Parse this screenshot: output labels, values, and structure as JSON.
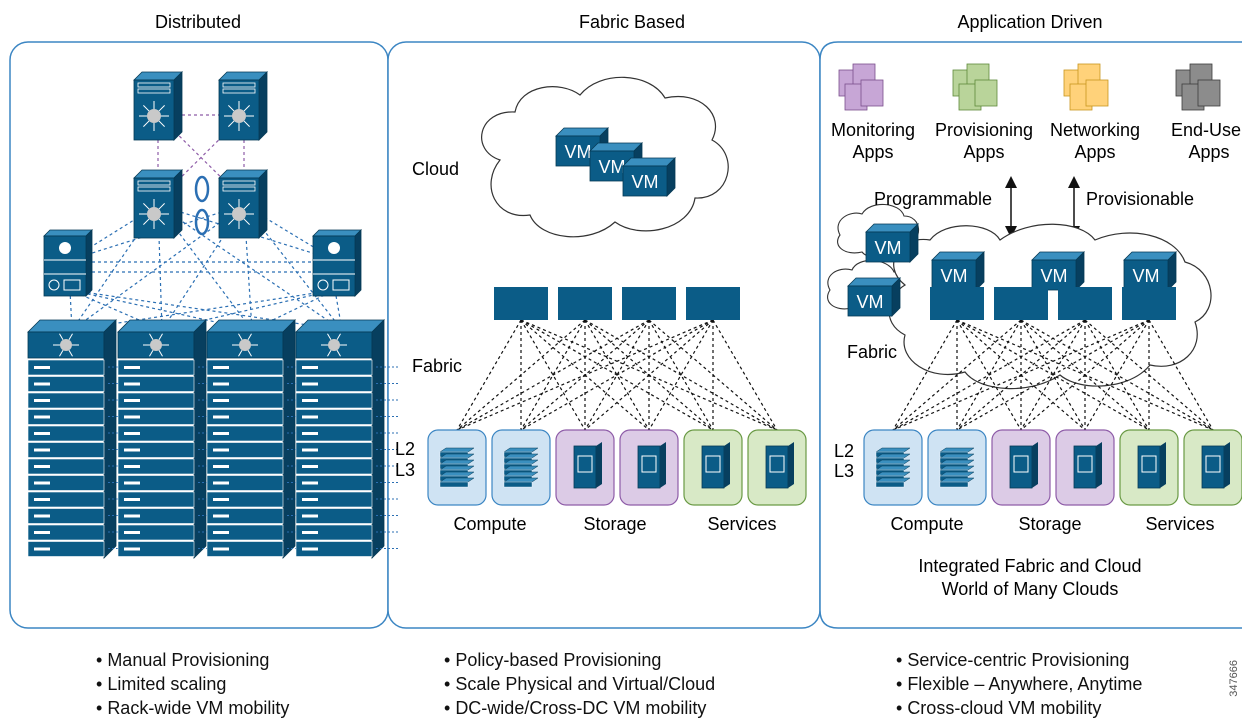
{
  "columns": [
    {
      "title": "Distributed"
    },
    {
      "title": "Fabric Based"
    },
    {
      "title": "Application Driven"
    }
  ],
  "fabric_based": {
    "cloud_label": "Cloud",
    "fabric_label": "Fabric",
    "vm_label": "VM",
    "layers": [
      "L2",
      "L3"
    ],
    "groups": [
      "Compute",
      "Storage",
      "Services"
    ]
  },
  "app_driven": {
    "apps": [
      {
        "line1": "Monitoring",
        "line2": "Apps",
        "color": "#c7a6d6",
        "stroke": "#7a4f8d"
      },
      {
        "line1": "Provisioning",
        "line2": "Apps",
        "color": "#b9d49a",
        "stroke": "#5f8a3a"
      },
      {
        "line1": "Networking",
        "line2": "Apps",
        "color": "#ffd27a",
        "stroke": "#c9961f"
      },
      {
        "line1": "End-User",
        "line2": "Apps",
        "color": "#8c8c8c",
        "stroke": "#3c3c3c"
      }
    ],
    "programmable": "Programmable",
    "provisionable": "Provisionable",
    "vm_label": "VM",
    "fabric_label": "Fabric",
    "layers": [
      "L2",
      "L3"
    ],
    "groups": [
      "Compute",
      "Storage",
      "Services"
    ],
    "caption_line1": "Integrated Fabric and Cloud",
    "caption_line2": "World of Many Clouds"
  },
  "bullets": [
    [
      "Manual Provisioning",
      "Limited scaling",
      "Rack-wide VM mobility"
    ],
    [
      "Policy-based Provisioning",
      "Scale Physical and Virtual/Cloud",
      "DC-wide/Cross-DC VM mobility"
    ],
    [
      "Service-centric Provisioning",
      "Flexible – Anywhere, Anytime",
      "Cross-cloud VM mobility"
    ]
  ],
  "figure_id": "347666",
  "colors": {
    "panel_stroke": "#3c86c3",
    "device_blue": "#0b5c87",
    "dotted_blue": "#2b6fb3",
    "compute_fill": "#cfe3f3",
    "storage_fill": "#dccbe6",
    "services_fill": "#d8e9c6"
  }
}
